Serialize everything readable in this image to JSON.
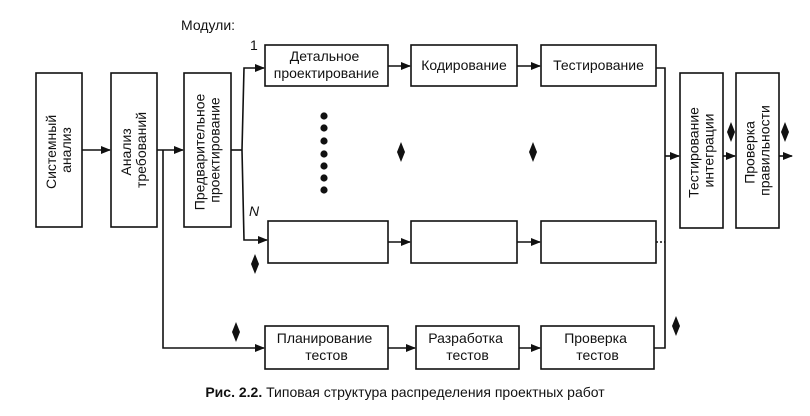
{
  "modules_label": "Модули:",
  "index_first": "1",
  "index_last": "N",
  "blocks": {
    "system_analysis": [
      "Системный",
      "анализ"
    ],
    "requirements_analysis": [
      "Анализ",
      "требований"
    ],
    "preliminary_design": [
      "Предварительное",
      "проектирование"
    ],
    "detailed_design": [
      "Детальное",
      "проектирование"
    ],
    "coding": "Кодирование",
    "testing": "Тестирование",
    "integration_testing": [
      "Тестирование",
      "интеграции"
    ],
    "verification": [
      "Проверка",
      "правильности"
    ],
    "test_planning": [
      "Планирование",
      "тестов"
    ],
    "test_development": [
      "Разработка",
      "тестов"
    ],
    "test_checking": [
      "Проверка",
      "тестов"
    ]
  },
  "caption": {
    "label": "Рис. 2.2.",
    "text": " Типовая структура распределения проектных работ"
  }
}
